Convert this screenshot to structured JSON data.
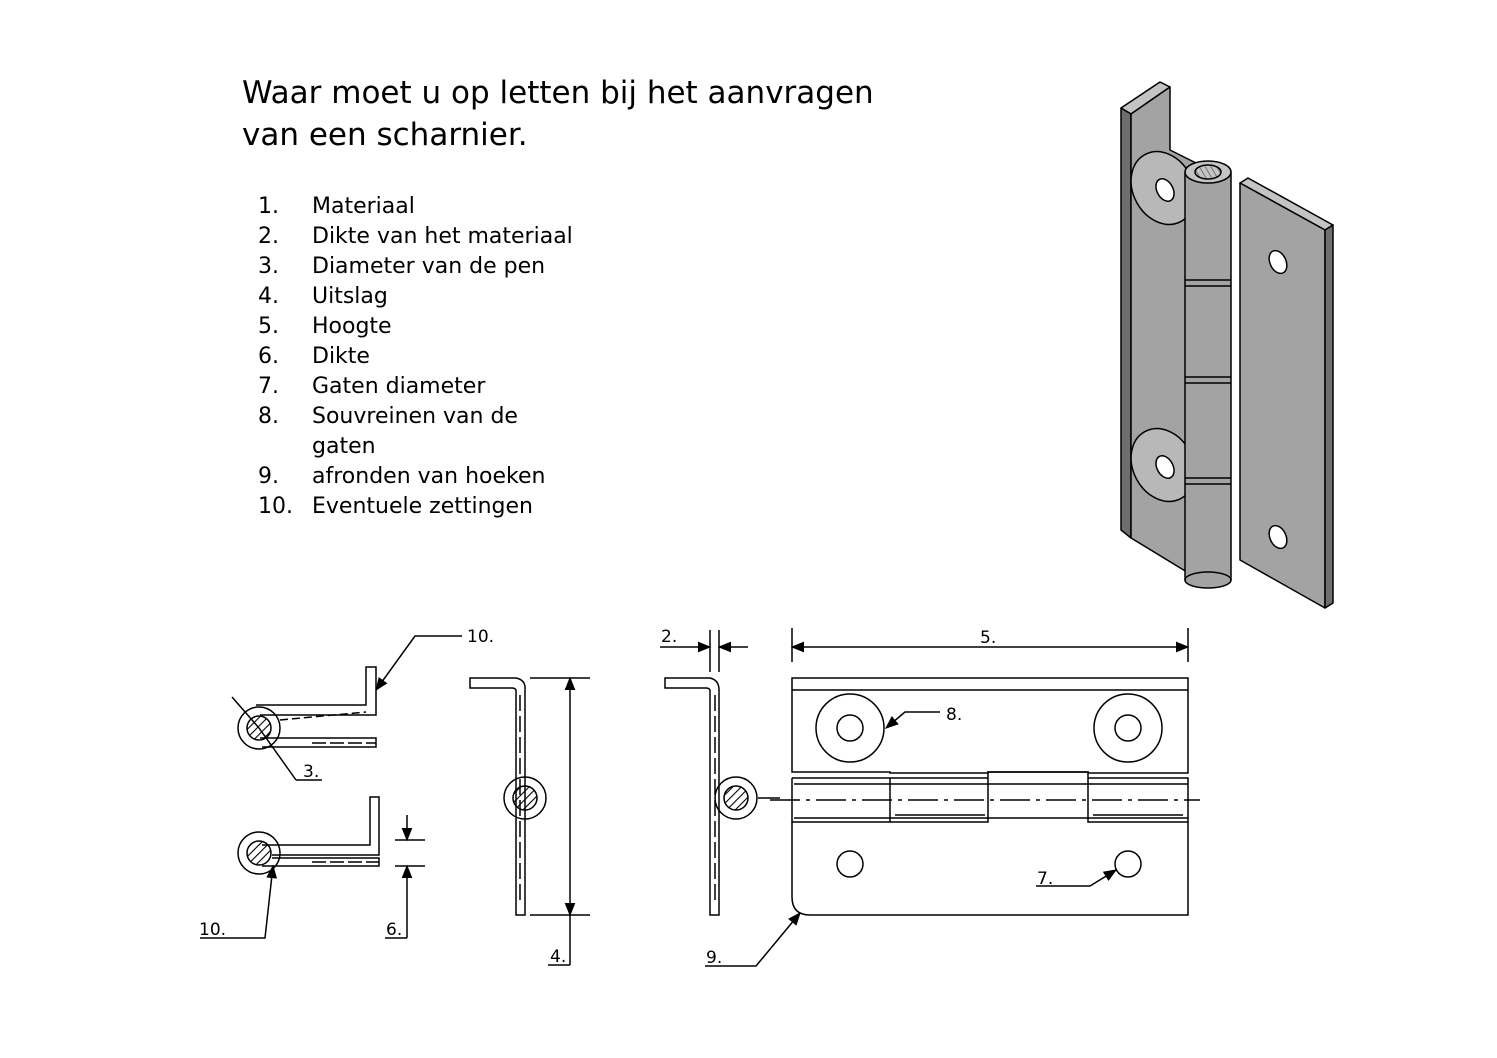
{
  "title": {
    "line1": "Waar moet u op letten bij het aanvragen",
    "line2": "van een scharnier."
  },
  "items": [
    {
      "num": "1.",
      "text": "Materiaal"
    },
    {
      "num": "2.",
      "text": "Dikte van het materiaal"
    },
    {
      "num": "3.",
      "text": "Diameter van de pen"
    },
    {
      "num": "4.",
      "text": "Uitslag"
    },
    {
      "num": "5.",
      "text": "Hoogte"
    },
    {
      "num": "6.",
      "text": "Dikte"
    },
    {
      "num": "7.",
      "text": "Gaten diameter"
    },
    {
      "num": "8.",
      "text": "Souvreinen van de gaten"
    },
    {
      "num": "9.",
      "text": "afronden van hoeken"
    },
    {
      "num": "10.",
      "text": "Eventuele zettingen"
    }
  ],
  "callouts": {
    "c10_top": "10.",
    "c3": "3.",
    "c10_bottom": "10.",
    "c6": "6.",
    "c4": "4.",
    "c2": "2.",
    "c5": "5.",
    "c8": "8.",
    "c7": "7.",
    "c9": "9."
  },
  "colors": {
    "line": "#000000",
    "hinge_fill": "#a3a3a3",
    "hinge_dark": "#6e6e6e",
    "hinge_light": "#c4c4c4"
  }
}
